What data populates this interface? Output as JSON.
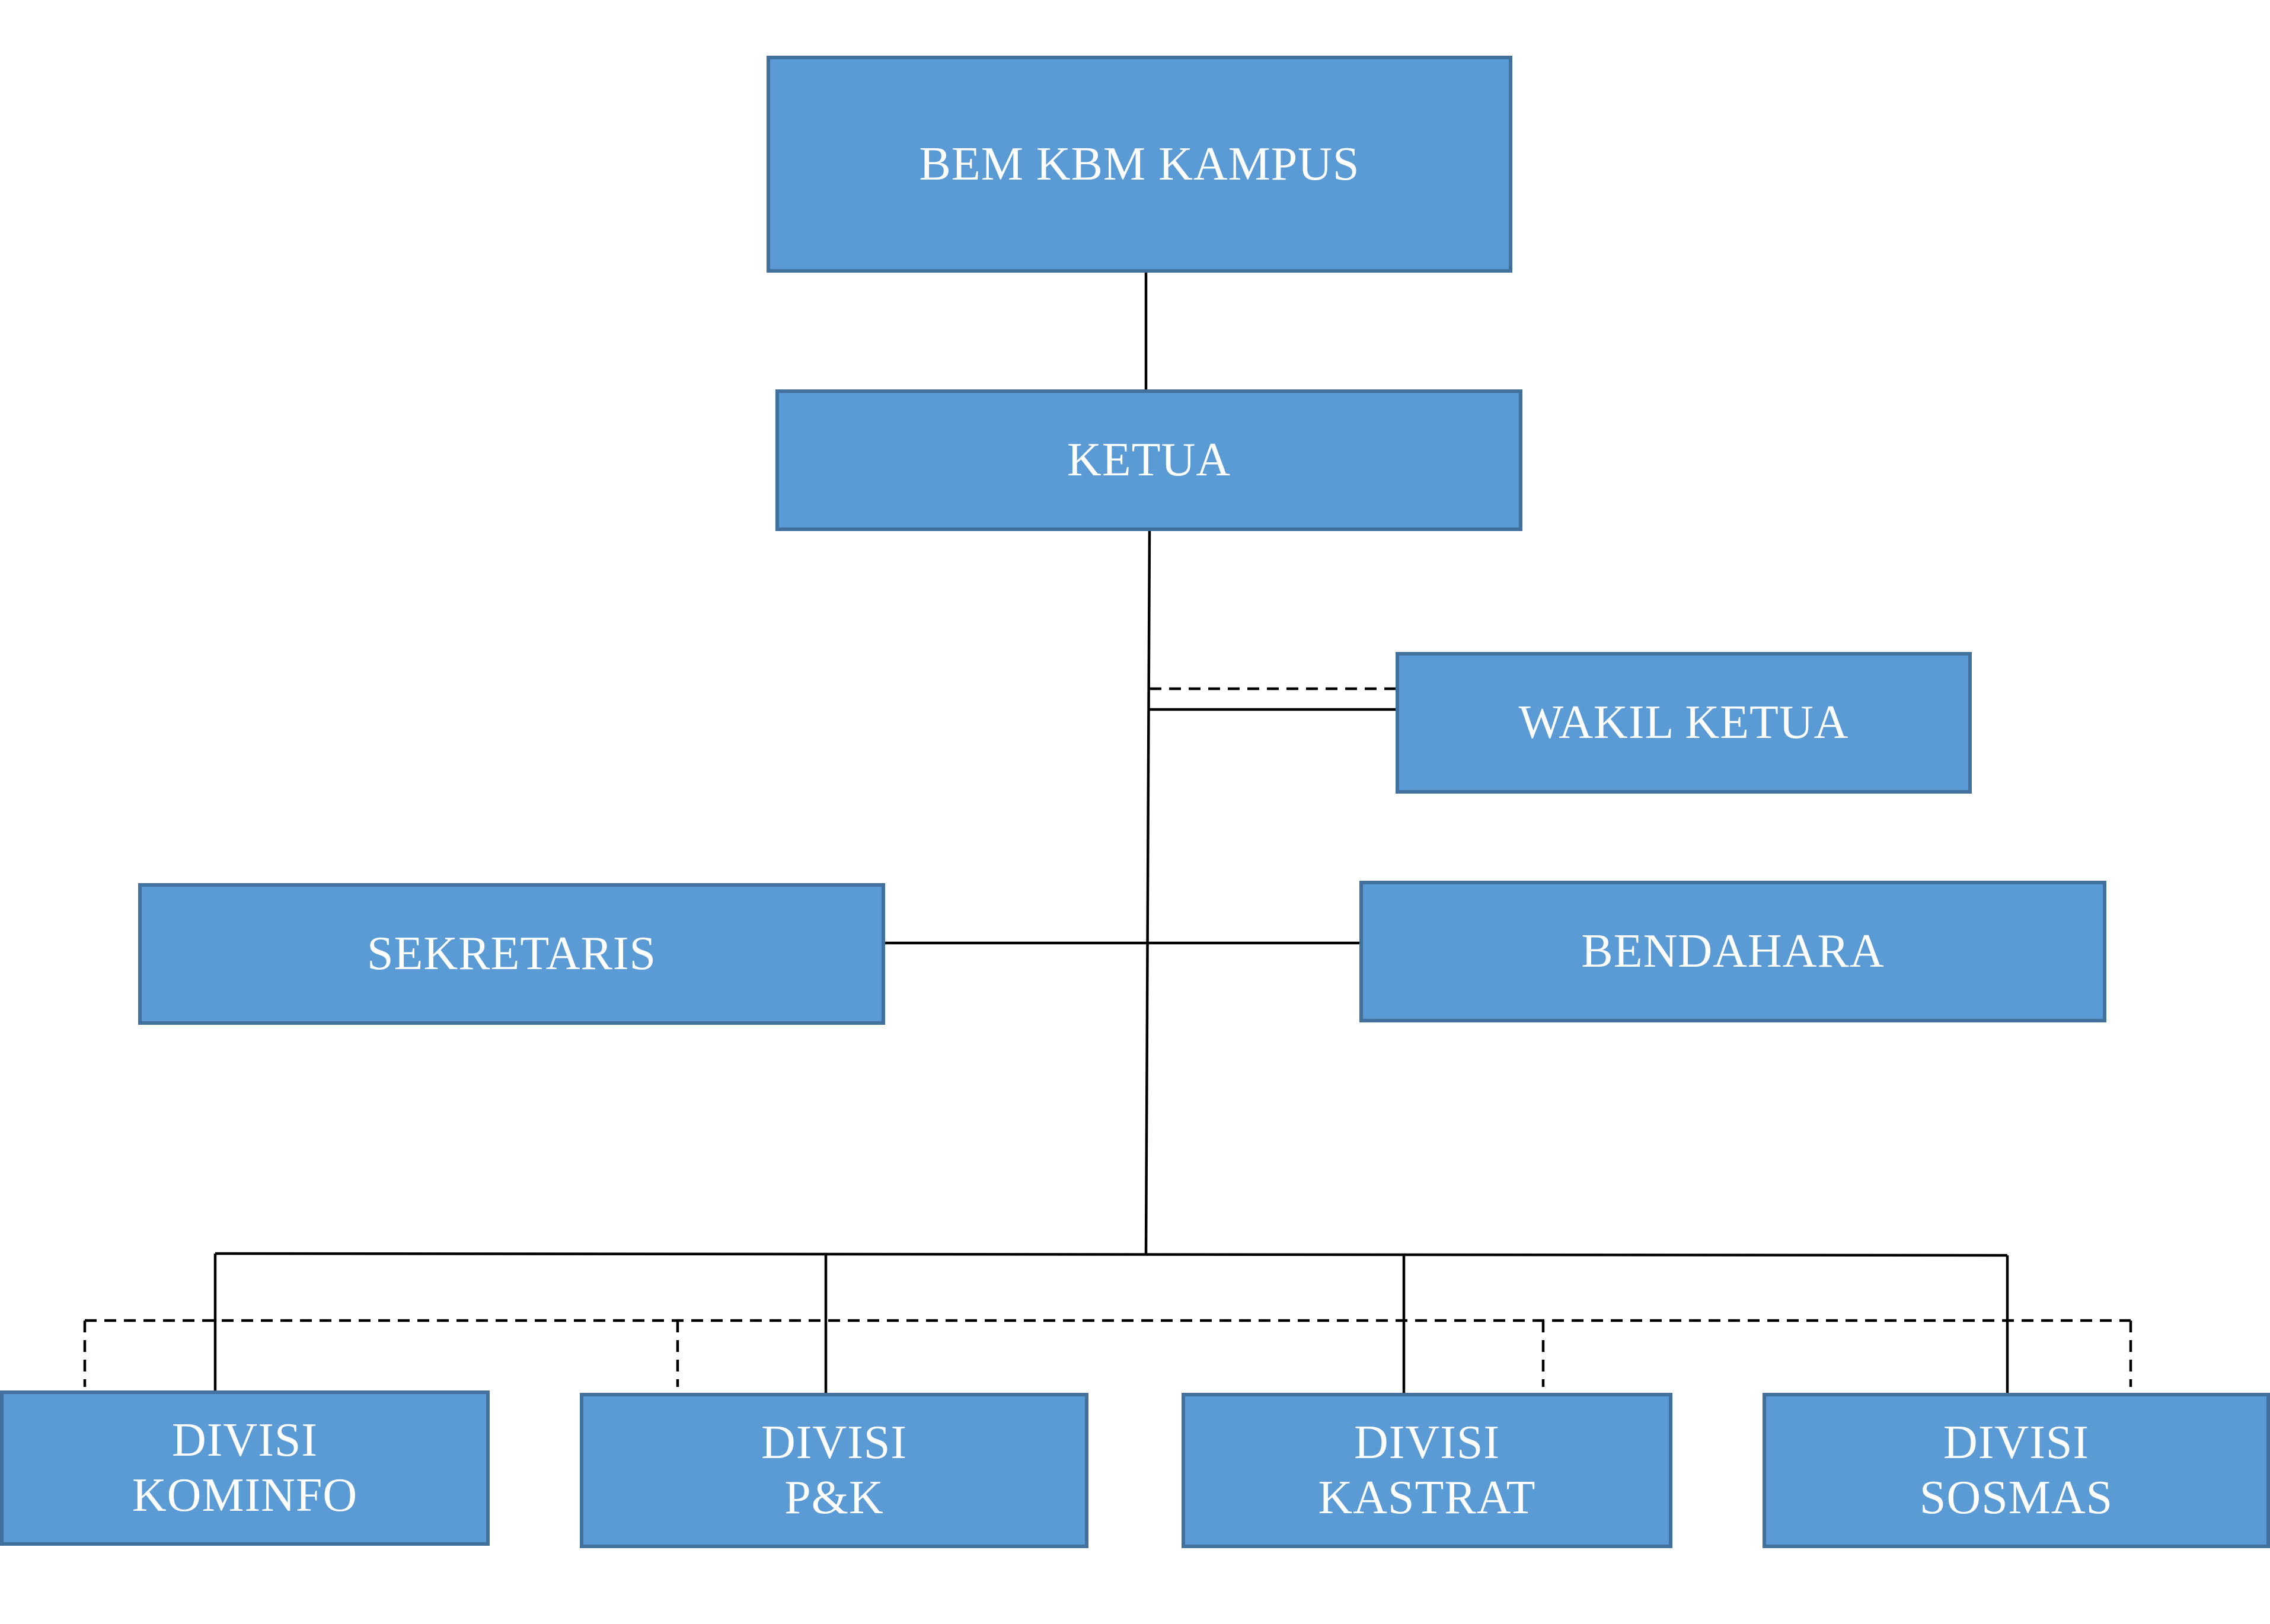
{
  "colors": {
    "box_fill": "#5b9bd5",
    "box_border": "#41719c",
    "box_text": "#ffffff",
    "connector": "#000000"
  },
  "nodes": {
    "bem": {
      "label": "BEM KBM KAMPUS"
    },
    "ketua": {
      "label": "KETUA"
    },
    "wakil_ketua": {
      "label": "WAKIL KETUA"
    },
    "sekretaris": {
      "label": "SEKRETARIS"
    },
    "bendahara": {
      "label": "BENDAHARA"
    },
    "kominfo": {
      "line1": "DIVISI",
      "line2": "KOMINFO"
    },
    "pk": {
      "line1": "DIVISI",
      "line2": "P&K"
    },
    "kastrat": {
      "line1": "DIVISI",
      "line2": "KASTRAT"
    },
    "sosmas": {
      "line1": "DIVISI",
      "line2": "SOSMAS"
    }
  }
}
